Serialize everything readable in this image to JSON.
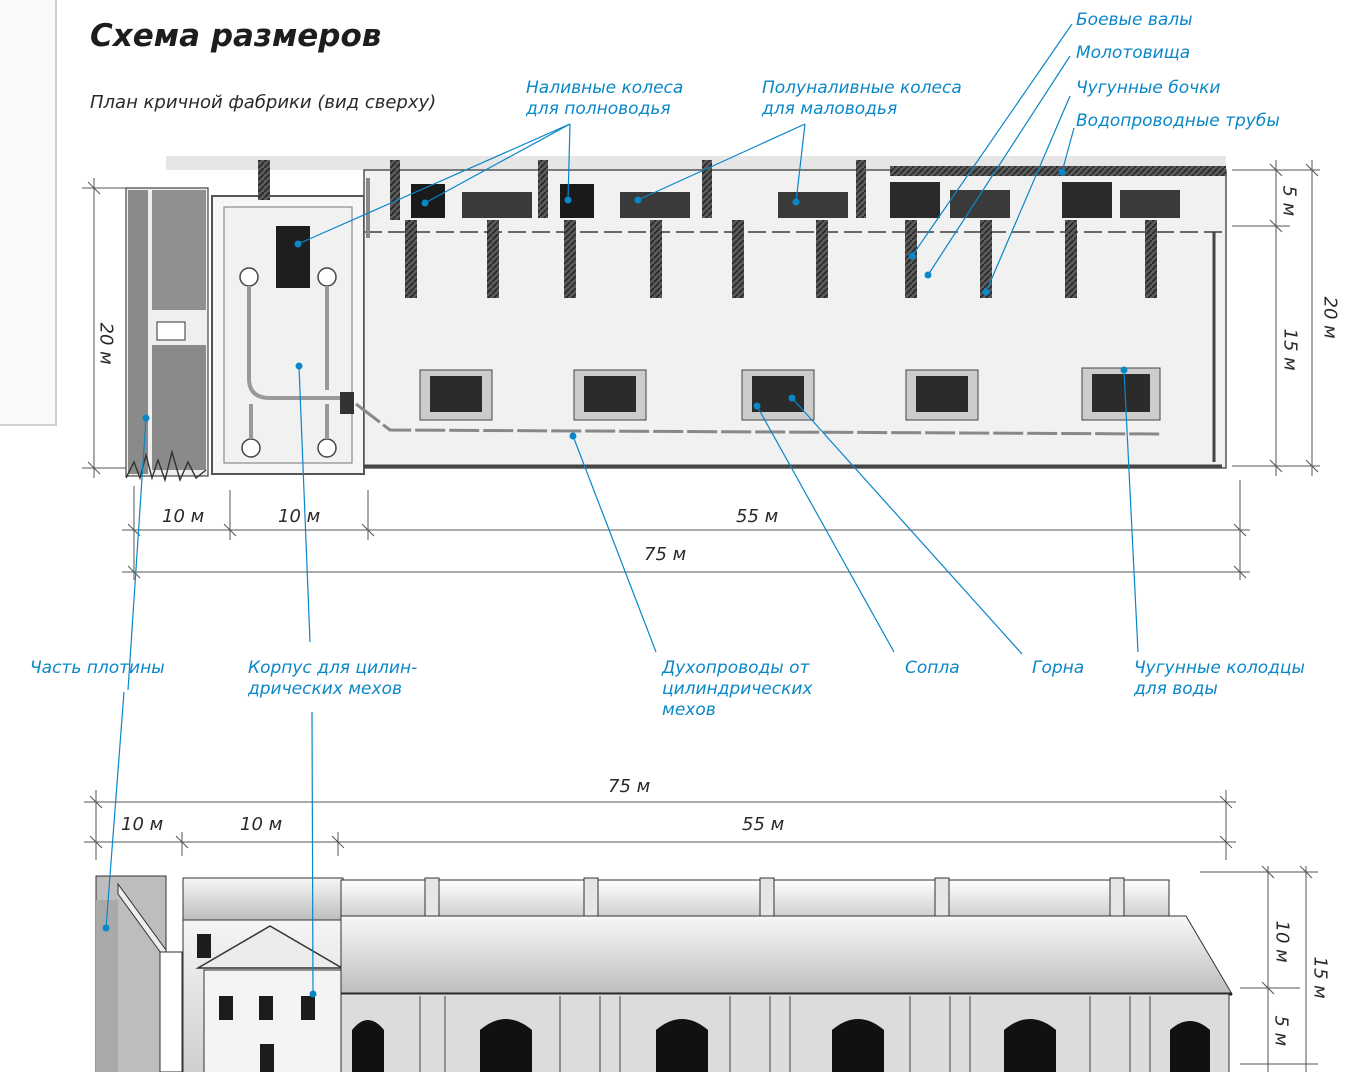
{
  "title": "Схема размеров",
  "subtitle": "План кричной фабрики (вид сверху)",
  "labels": {
    "overshot_wheels": [
      "Наливные колеса",
      "для полноводья"
    ],
    "breastshot_wheels": [
      "Полуналивные колеса",
      "для маловодья"
    ],
    "camshafts": "Боевые валы",
    "hammer_helves": "Молотовища",
    "iron_barrels": "Чугунные бочки",
    "water_pipes": "Водопроводные трубы",
    "dam_part": "Часть плотины",
    "bellows_building": [
      "Корпус для цилин-",
      "дрических мехов"
    ],
    "air_ducts": [
      "Духопроводы от",
      "цилиндрических",
      "мехов"
    ],
    "tuyeres": "Сопла",
    "hearths": "Горна",
    "water_wells": [
      "Чугунные колодцы",
      "для воды"
    ]
  },
  "plan_dims": {
    "w_dam": "10 м",
    "w_bellows": "10 м",
    "w_hall": "55 м",
    "w_total": "75 м",
    "h_total": "20 м",
    "h_right_total": "20 м",
    "h_top": "5 м",
    "h_bottom": "15 м"
  },
  "elev_dims": {
    "w_total": "75 м",
    "w_dam": "10 м",
    "w_bellows": "10 м",
    "w_hall": "55 м",
    "h_total": "15 м",
    "h_top": "10 м",
    "h_bottom": "5 м"
  },
  "colors": {
    "accent": "#0a87c8",
    "text": "#2a2a2a",
    "line": "#555555"
  }
}
